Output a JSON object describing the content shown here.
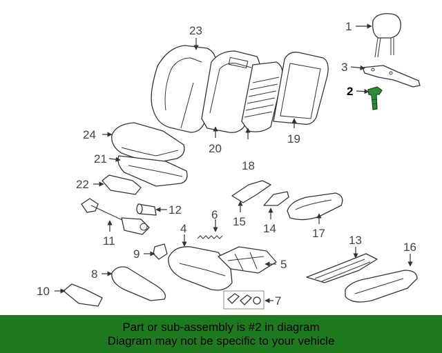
{
  "diagram": {
    "highlight_color": "#2e8b3a",
    "callouts": [
      "1",
      "2",
      "3",
      "4",
      "5",
      "6",
      "7",
      "8",
      "9",
      "10",
      "11",
      "12",
      "13",
      "14",
      "15",
      "16",
      "17",
      "18",
      "19",
      "20",
      "21",
      "22",
      "23",
      "24"
    ],
    "highlighted_callout": "2"
  },
  "banner": {
    "background": "#1e7a1e",
    "line1": "Part or sub-assembly is #2 in diagram",
    "line2": "Diagram may not be specific to your vehicle"
  }
}
